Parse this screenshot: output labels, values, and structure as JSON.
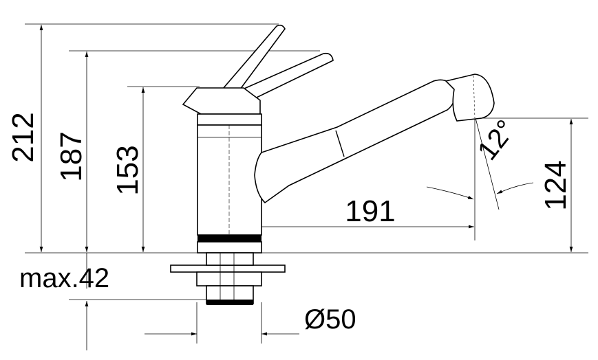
{
  "dimensions": {
    "total_height": "212",
    "lever_height": "187",
    "body_height": "153",
    "spout_height": "124",
    "spout_reach": "191",
    "spray_angle": "12°",
    "mount_thickness": "max.42",
    "hole_diameter": "Ø50"
  }
}
